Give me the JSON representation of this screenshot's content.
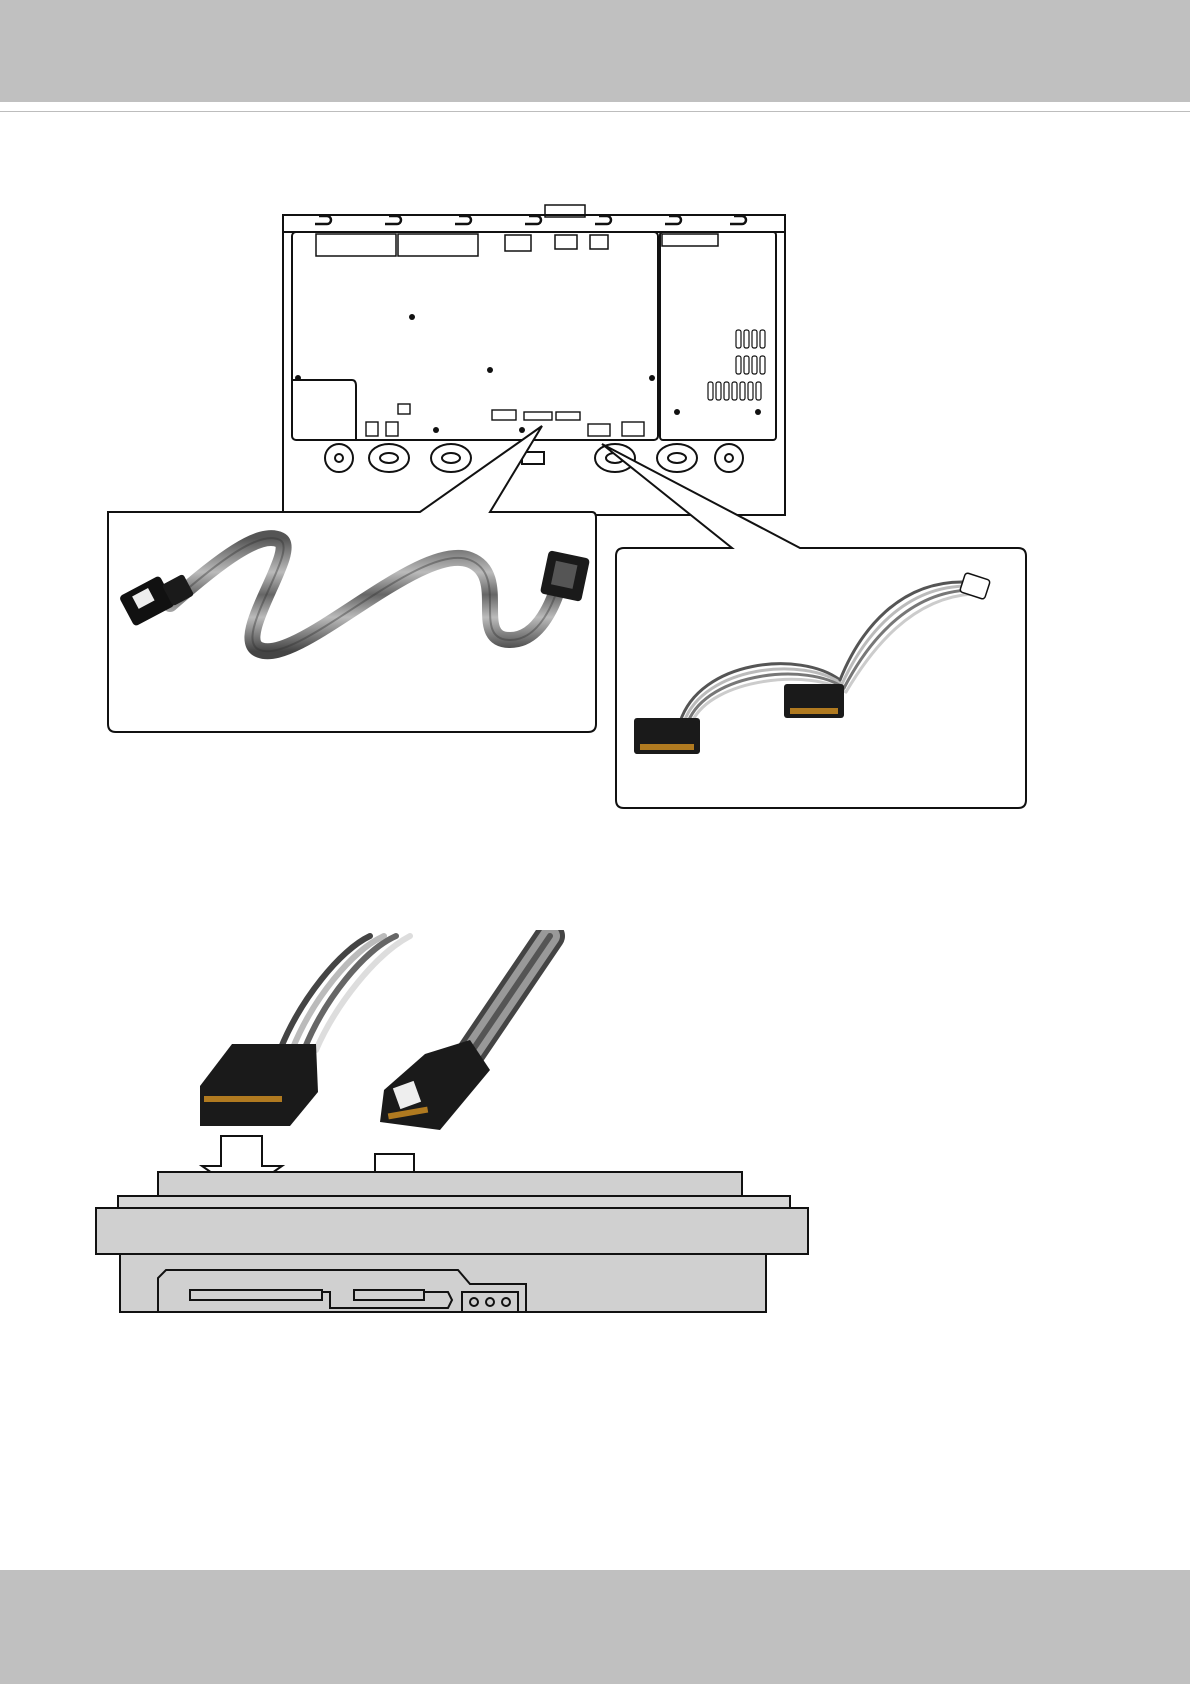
{
  "page": {
    "header_color": "#c0c0c0",
    "footer_color": "#c0c0c0"
  },
  "figures": [
    {
      "id": "chassis-top-view",
      "callouts": [
        "sata-data-cable",
        "sata-power-splitter-cable"
      ]
    },
    {
      "id": "hdd-connection",
      "connectors": [
        "sata-power-connector",
        "sata-data-connector"
      ]
    }
  ]
}
